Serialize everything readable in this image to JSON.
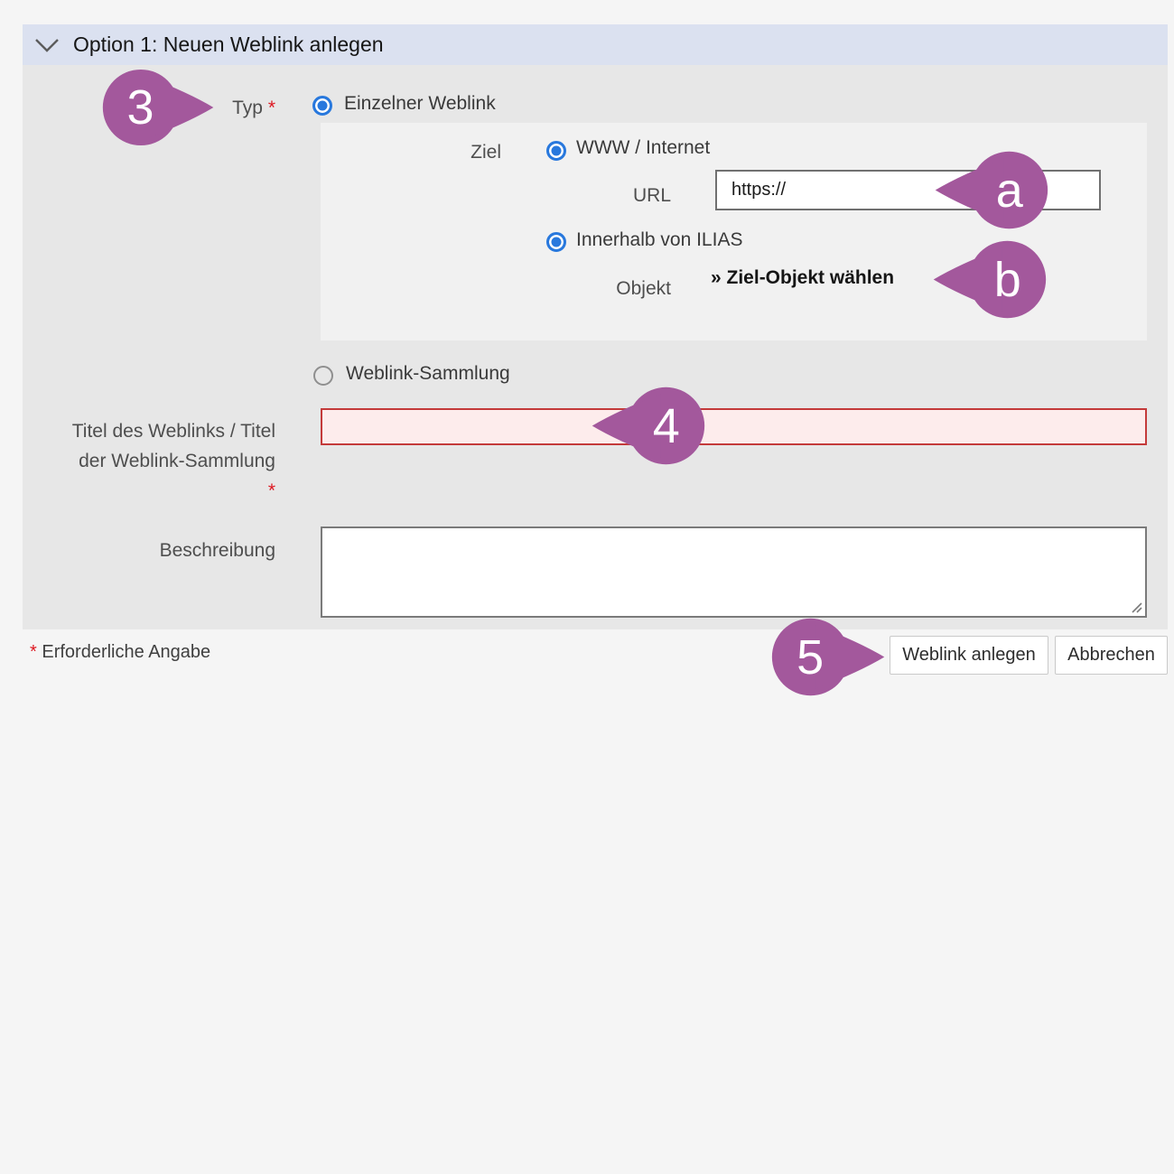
{
  "accordion": {
    "title": "Option 1: Neuen Weblink anlegen"
  },
  "form": {
    "required_mark": "*",
    "type_label": "Typ",
    "options": {
      "single": "Einzelner Weblink",
      "collection": "Weblink-Sammlung"
    },
    "target": {
      "label": "Ziel",
      "www": "WWW / Internet",
      "url_label": "URL",
      "url_value": "https://",
      "ilias": "Innerhalb von ILIAS",
      "object_label": "Objekt",
      "object_link": "» Ziel-Objekt wählen"
    },
    "title_field": {
      "label_line1": "Titel des Weblinks / Titel",
      "label_line2": "der Weblink-Sammlung",
      "value": ""
    },
    "description": {
      "label": "Beschreibung",
      "value": ""
    }
  },
  "footer": {
    "required_note": "Erforderliche Angabe",
    "submit": "Weblink anlegen",
    "cancel": "Abbrechen"
  },
  "markers": {
    "m3": "3",
    "ma": "a",
    "mb": "b",
    "m4": "4",
    "m5": "5"
  },
  "colors": {
    "page_bg": "#f5f5f5",
    "header_bg": "#dbe1f0",
    "form_bg": "#e7e7e7",
    "panel_bg": "#f1f1f1",
    "radio_blue": "#2878dd",
    "error_border": "#c43a3a",
    "error_bg": "#fdecec",
    "required_red": "#dd1620",
    "marker": "#a3589c"
  }
}
